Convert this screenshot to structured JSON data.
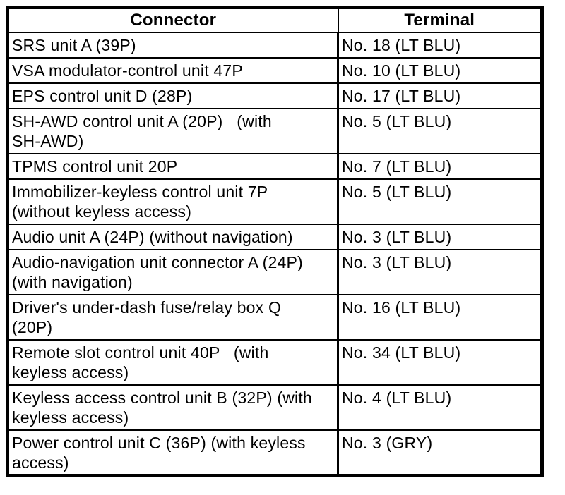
{
  "table": {
    "headers": {
      "connector": "Connector",
      "terminal": "Terminal"
    },
    "rows": [
      {
        "connector": "SRS unit A (39P)",
        "terminal": "No. 18 (LT BLU)"
      },
      {
        "connector": "VSA modulator-control unit 47P",
        "terminal": "No. 10 (LT BLU)"
      },
      {
        "connector": "EPS control unit D (28P)",
        "terminal": "No. 17 (LT BLU)"
      },
      {
        "connector": "SH-AWD control unit A (20P)   (with\nSH-AWD)",
        "terminal": "No. 5 (LT BLU)"
      },
      {
        "connector": "TPMS control unit 20P",
        "terminal": "No. 7 (LT BLU)"
      },
      {
        "connector": "Immobilizer-keyless control unit 7P\n(without keyless access)",
        "terminal": "No. 5 (LT BLU)"
      },
      {
        "connector": "Audio unit A (24P) (without navigation)",
        "terminal": "No. 3 (LT BLU)"
      },
      {
        "connector": "Audio-navigation unit connector A (24P)\n(with navigation)",
        "terminal": "No. 3 (LT BLU)"
      },
      {
        "connector": "Driver's under-dash fuse/relay box Q\n(20P)",
        "terminal": "No. 16 (LT BLU)"
      },
      {
        "connector": "Remote slot control unit 40P   (with\nkeyless access)",
        "terminal": "No. 34 (LT BLU)"
      },
      {
        "connector": "Keyless access control unit B (32P) (with\nkeyless access)",
        "terminal": "No. 4 (LT BLU)"
      },
      {
        "connector": "Power control unit C (36P) (with keyless\naccess)",
        "terminal": "No. 3 (GRY)"
      }
    ],
    "colors": {
      "border": "#000000",
      "background": "#ffffff",
      "text": "#000000"
    }
  }
}
